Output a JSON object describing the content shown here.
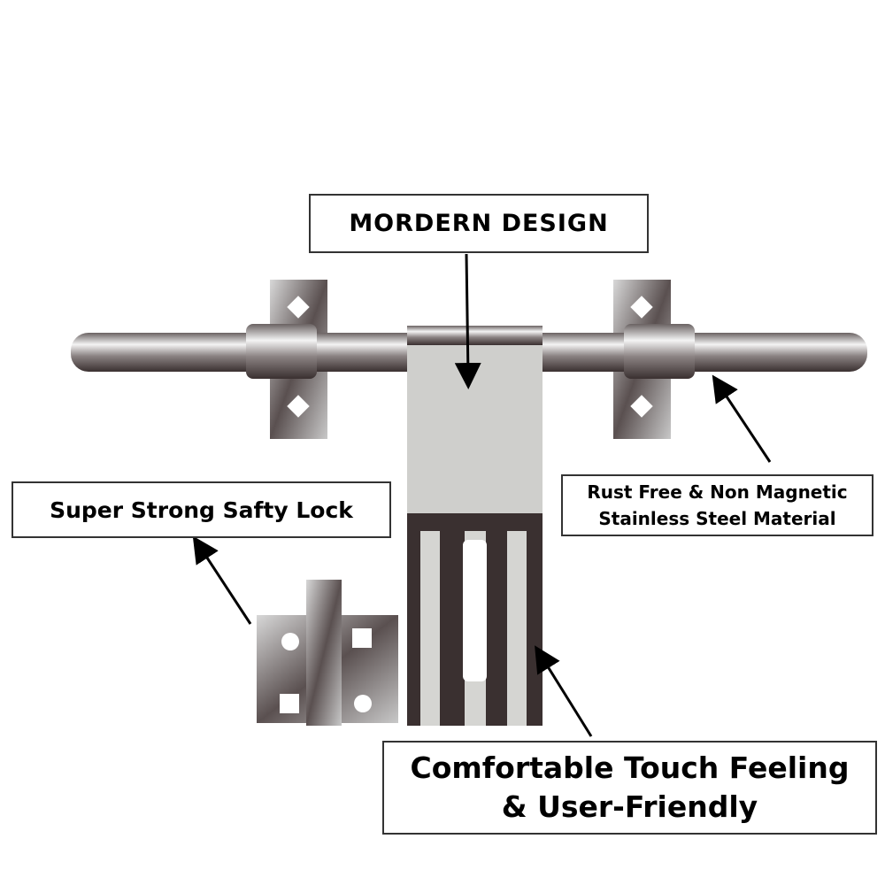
{
  "labels": {
    "modern_design": "MORDERN DESIGN",
    "safety_lock": "Super Strong Safty Lock",
    "rust_free_line1": "Rust Free & Non Magnetic",
    "rust_free_line2": "Stainless Steel Material",
    "comfort_line1": "Comfortable Touch Feeling",
    "comfort_line2": "& User-Friendly"
  },
  "colors": {
    "steel_light": "#e8e8e8",
    "steel_dark": "#3a3030",
    "plate": "#cfcfcc",
    "border": "#333333"
  }
}
